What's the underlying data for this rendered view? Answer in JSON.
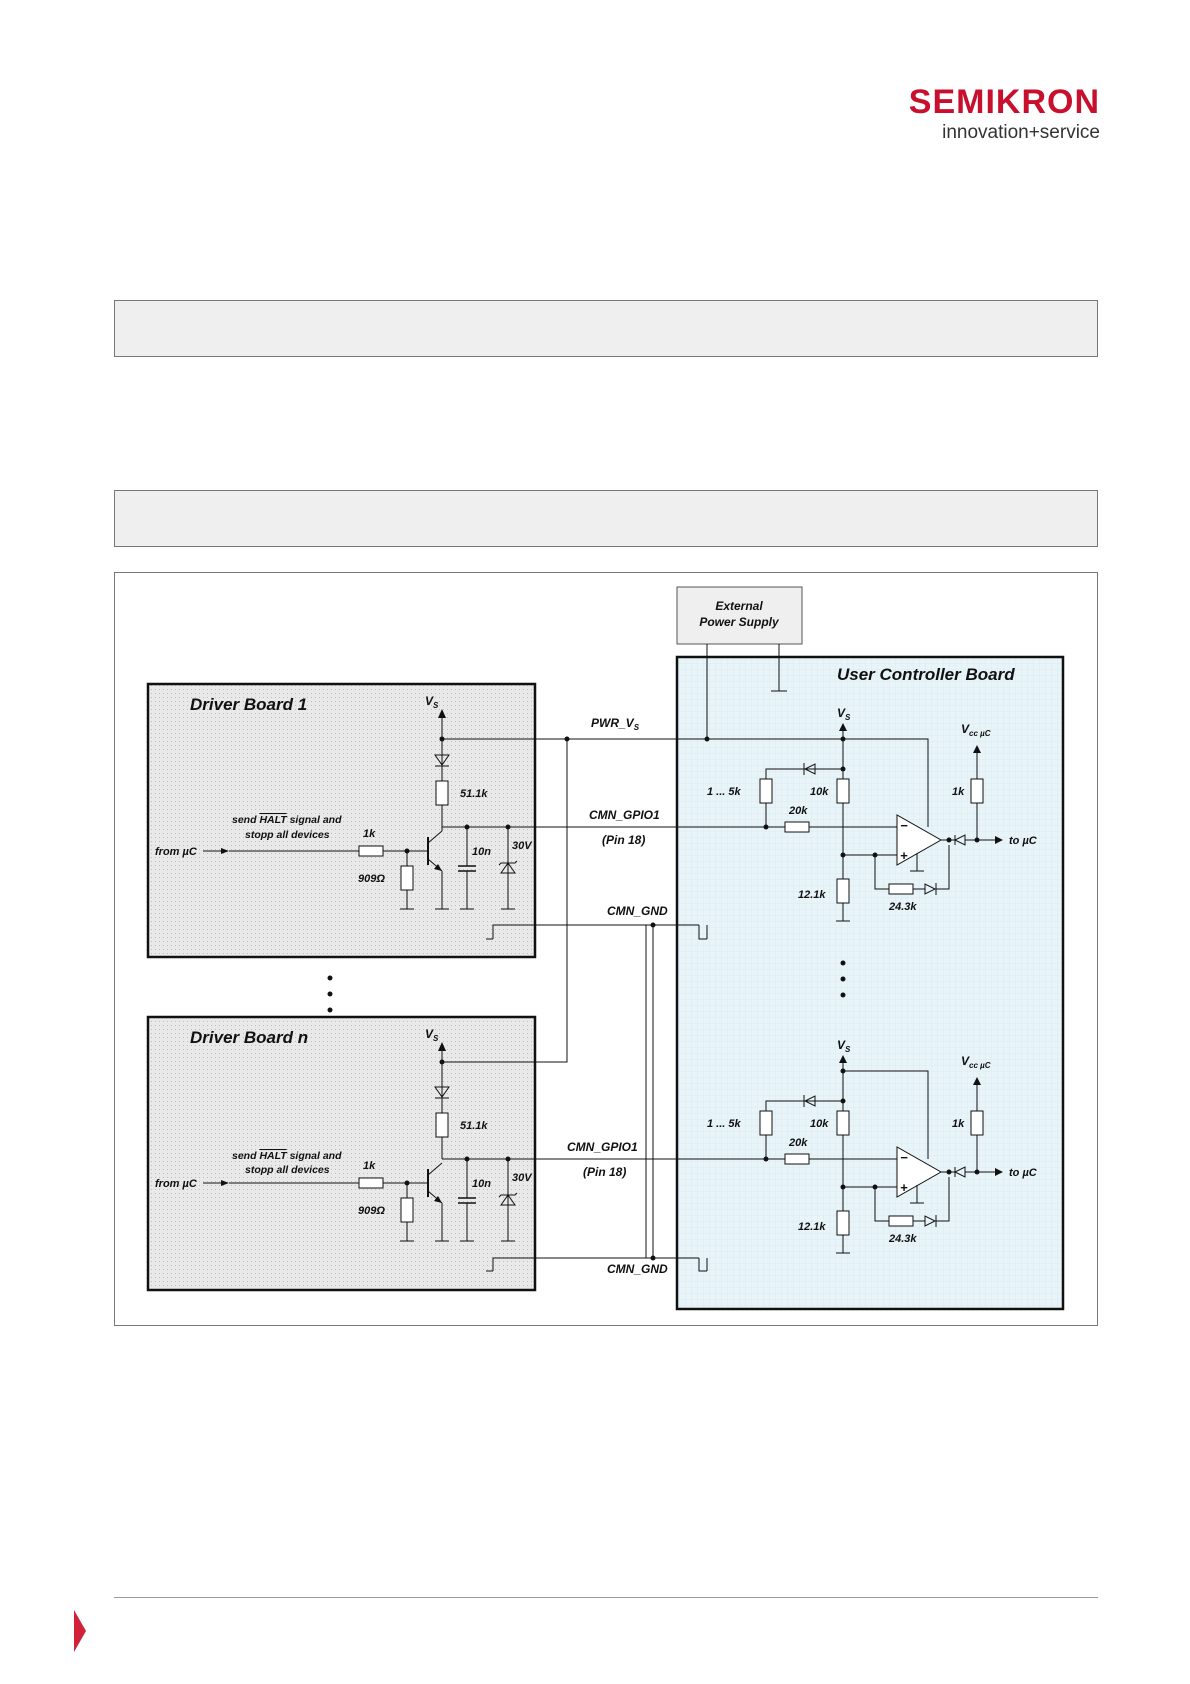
{
  "logo": {
    "word": "SEMIKRON",
    "tagline": "innovation+service",
    "color": "#c8102e"
  },
  "colors": {
    "driver_board_fill": "#e7e7e7",
    "controller_board_fill": "#e8f4f8",
    "accent": "#d0223a"
  },
  "diagram": {
    "external_supply": [
      "External",
      "Power Supply"
    ],
    "controller_title": "User Controller Board",
    "boards": [
      {
        "title": "Driver Board 1",
        "send_line1_pre": "send ",
        "send_halt": "HALT",
        "send_line1_post": " signal and",
        "send_line2": "stopp all devices"
      },
      {
        "title": "Driver Board n",
        "send_line1_pre": "send ",
        "send_halt": "HALT",
        "send_line1_post": " signal and",
        "send_line2": "stopp all devices"
      }
    ],
    "vs": "V",
    "vs_sub": "S",
    "vcc": "V",
    "vcc_sub": "cc µC",
    "from_uc": "from µC",
    "to_uc": "to µC",
    "r_1k": "1k",
    "r_909": "909Ω",
    "r_51k": "51.1k",
    "c_10n": "10n",
    "z_30v": "30V",
    "r_1_5k": "1 ... 5k",
    "r_10k": "10k",
    "r_20k": "20k",
    "r_12k": "12.1k",
    "r_24k": "24.3k",
    "pwr_vs": "PWR_V",
    "pwr_vs_sub": "S",
    "gpio_1": "CMN_GPIO1",
    "gpio_n": "CMN_GPIO1",
    "pin_1": "(Pin 18)",
    "pin_n": "(Pin 18)",
    "gnd_1": "CMN_GND",
    "gnd_n": "CMN_GND"
  }
}
